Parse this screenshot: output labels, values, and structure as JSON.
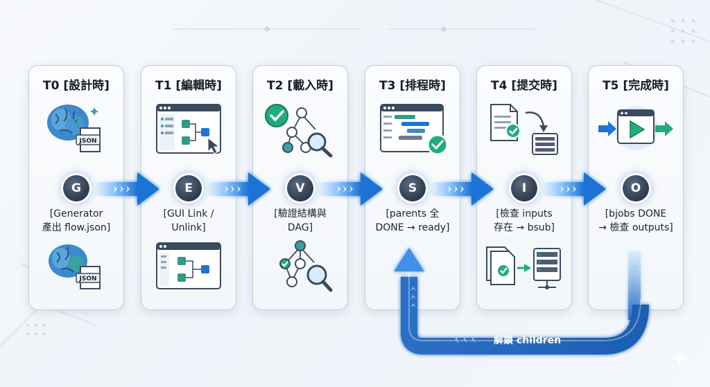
{
  "stages": [
    {
      "title": "T0 [設計時]",
      "node": "G",
      "desc_line1": "[Generator",
      "desc_line2": "產出 flow.json]",
      "icon_top": "brain-json-icon",
      "icon_bottom": "brain-json-icon",
      "badge_top": "JSON",
      "badge_bottom": "JSON"
    },
    {
      "title": "T1 [編輯時]",
      "node": "E",
      "desc_line1": "[GUI Link /",
      "desc_line2": "Unlink]",
      "icon_top": "gui-window-link-icon",
      "icon_bottom": "gui-window-link-icon"
    },
    {
      "title": "T2 [載入時]",
      "node": "V",
      "desc_line1": "[驗證結構與",
      "desc_line2": "DAG]",
      "icon_top": "dag-check-magnifier-icon",
      "icon_bottom": "dag-check-magnifier-icon"
    },
    {
      "title": "T3 [排程時]",
      "node": "S",
      "desc_line1": "[parents 全",
      "desc_line2": "DONE → ready]",
      "icon_top": "gantt-schedule-check-icon"
    },
    {
      "title": "T4 [提交時]",
      "node": "I",
      "desc_line1": "[檢查 inputs",
      "desc_line2": "存在 → bsub]",
      "icon_top": "document-check-server-icon",
      "icon_bottom": "files-check-server-icon"
    },
    {
      "title": "T5 [完成時]",
      "node": "O",
      "desc_line1": "[bjobs DONE",
      "desc_line2": "→ 檢查 outputs]",
      "icon_top": "play-window-arrows-icon"
    }
  ],
  "feedback": {
    "label": "解鎖 children"
  },
  "colors": {
    "arrow_blue": "#1f73d6",
    "arrow_light": "#b9dcfb",
    "check_green": "#1fae7a",
    "node_dark": "#2d3a4d",
    "card_border": "#c4cdd9"
  }
}
